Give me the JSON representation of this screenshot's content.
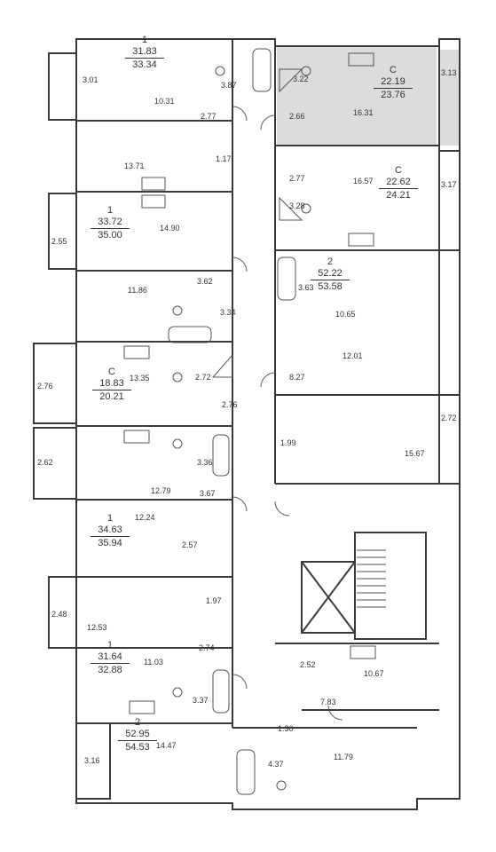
{
  "colors": {
    "wall": "#3a3a3a",
    "fixture": "#555555",
    "highlight": "#dcdcdc",
    "paper": "#ffffff"
  },
  "icons": [
    "stove-icon",
    "sink-icon",
    "toilet-icon",
    "bathtub-icon",
    "shower-icon",
    "washbasin-icon"
  ],
  "apartments": [
    {
      "id": "a1",
      "rooms": "1",
      "living": "31.83",
      "total": "33.34"
    },
    {
      "id": "a2",
      "rooms": "С",
      "living": "22.19",
      "total": "23.76"
    },
    {
      "id": "a3",
      "rooms": "С",
      "living": "22.62",
      "total": "24.21"
    },
    {
      "id": "a4",
      "rooms": "1",
      "living": "33.72",
      "total": "35.00"
    },
    {
      "id": "a5",
      "rooms": "2",
      "living": "52.22",
      "total": "53.58"
    },
    {
      "id": "a6",
      "rooms": "С",
      "living": "18.83",
      "total": "20.21"
    },
    {
      "id": "a7",
      "rooms": "1",
      "living": "34.63",
      "total": "35.94"
    },
    {
      "id": "a8",
      "rooms": "1",
      "living": "31.64",
      "total": "32.88"
    },
    {
      "id": "a9",
      "rooms": "2",
      "living": "52.95",
      "total": "54.53"
    }
  ],
  "areas": [
    "3.01",
    "10.31",
    "3.87",
    "2.77",
    "3.22",
    "2.66",
    "16.31",
    "3.13",
    "13.71",
    "1.17",
    "2.77",
    "16.57",
    "3.17",
    "3.28",
    "14.90",
    "2.55",
    "3.62",
    "3.63",
    "10.65",
    "11.86",
    "3.34",
    "12.01",
    "13.35",
    "2.76",
    "2.72",
    "8.27",
    "2.76",
    "2.62",
    "3.36",
    "1.99",
    "2.72",
    "15.67",
    "12.79",
    "3.67",
    "12.24",
    "2.57",
    "1.97",
    "2.48",
    "12.53",
    "11.03",
    "2.74",
    "2.52",
    "10.67",
    "3.37",
    "7.83",
    "1.30",
    "14.47",
    "3.16",
    "4.37",
    "11.79"
  ]
}
